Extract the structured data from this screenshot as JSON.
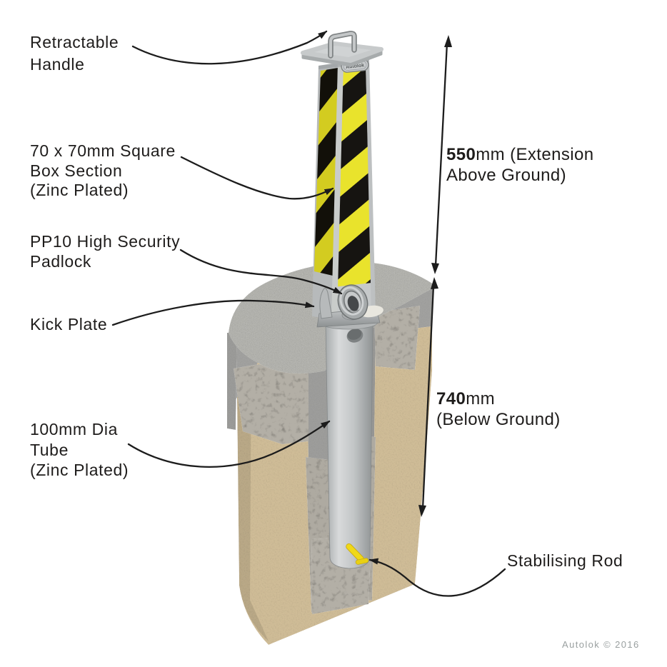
{
  "callouts": {
    "retractable_handle": {
      "lines": [
        "Retractable",
        "Handle"
      ]
    },
    "box_section": {
      "lines": [
        "70 x 70mm Square",
        "Box Section",
        "(Zinc Plated)"
      ]
    },
    "padlock": {
      "lines": [
        "PP10 High Security",
        "Padlock"
      ]
    },
    "kick_plate": {
      "lines": [
        "Kick Plate"
      ]
    },
    "tube": {
      "lines": [
        "100mm Dia",
        "Tube",
        "(Zinc Plated)"
      ]
    },
    "stabilising_rod": {
      "lines": [
        "Stabilising Rod"
      ]
    }
  },
  "dimensions": {
    "above_ground": {
      "value": "550",
      "rest": "mm (Extension",
      "line2": "Above Ground)"
    },
    "below_ground": {
      "value": "740",
      "rest": "mm",
      "line2": "(Below Ground)"
    }
  },
  "badge": {
    "text": "Autolok"
  },
  "credit": {
    "text": "Autolok © 2016"
  },
  "colors": {
    "label_text": "#1e1c1b",
    "stripe_yellow": "#e8e22b",
    "stripe_black": "#161411",
    "metal_grey": "#c0c3c4",
    "concrete_grey": "#a2a2a0",
    "pad_speckle": "#b6b6b1",
    "sand_tan": "#cfbc97",
    "gravel_grey": "#b3afa6",
    "rod_yellow": "#f0d818",
    "credit_grey": "#9aa0a0",
    "line_black": "#1c1c1c"
  }
}
